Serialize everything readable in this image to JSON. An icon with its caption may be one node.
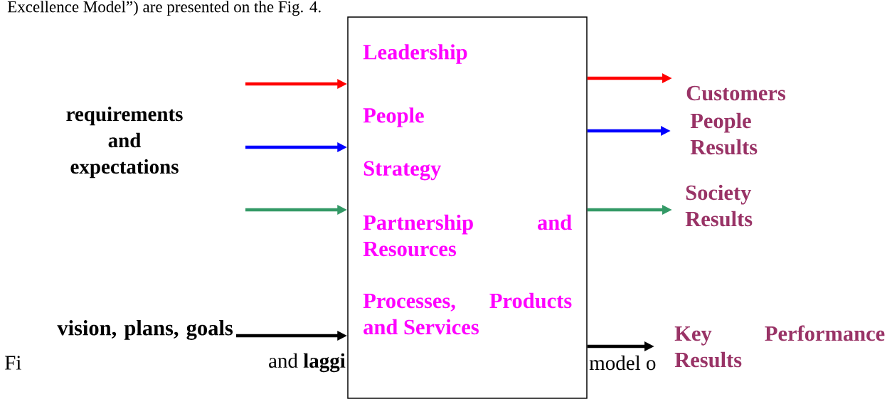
{
  "diagram": {
    "nodes": [
      {
        "text": [
          "Leadership",
          "People",
          "Strategy",
          "Partnership and Resources",
          "Processes, Products and Services"
        ]
      },
      {
        "text": [
          "vision, plans, goals"
        ]
      },
      {
        "text": [
          "Customers"
        ]
      },
      {
        "text": [
          "People Results"
        ]
      },
      {
        "text": [
          "Society Results"
        ]
      },
      {
        "text": [
          "Key Performance Results"
        ]
      }
    ],
    "edges": [
      {
        "from": null,
        "to": 0,
        "arrow": "to",
        "color": "#ff0000"
      },
      {
        "from": null,
        "to": 0,
        "arrow": "to",
        "color": "#0000ff"
      },
      {
        "from": null,
        "to": 0,
        "arrow": "to",
        "color": "#339966"
      },
      {
        "from": 1,
        "to": 0,
        "arrow": "to",
        "color": "#000000"
      },
      {
        "from": 0,
        "to": 2,
        "arrow": "to",
        "color": "#ff0000"
      },
      {
        "from": 0,
        "to": 3,
        "arrow": "to",
        "color": "#0000ff"
      },
      {
        "from": 0,
        "to": 4,
        "arrow": "to",
        "color": "#339966"
      },
      {
        "from": 0,
        "to": 5,
        "arrow": "to",
        "color": "#000000"
      }
    ],
    "labels": [
      "Excellence Model”) are presented on the Fig. 4.",
      "requirements and expectations",
      "Fi",
      "and **laggi**",
      "model o"
    ]
  }
}
